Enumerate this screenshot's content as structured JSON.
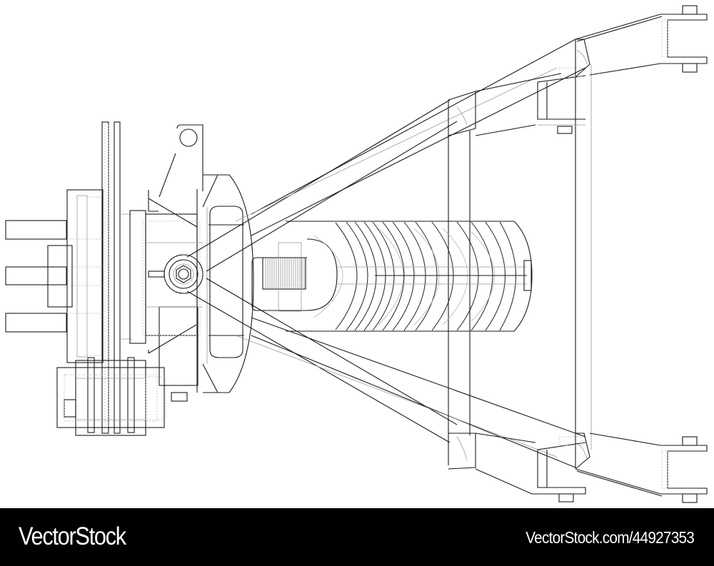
{
  "image": {
    "subject": "suspension-assembly-wireframe",
    "description": "Wireframe technical drawing of a vehicle suspension assembly: wheel hub with studs, brake disc and caliper, A-arm control arm with mounting brackets, and coil-over shock absorber",
    "colors": {
      "background": "#ffffff",
      "line_primary": "#1a1a1a",
      "line_hidden": "#9a9a9a",
      "footer_background": "#000000",
      "footer_text": "#ffffff"
    }
  },
  "footer": {
    "brand": "VectorStock",
    "stock_id": "VectorStock.com/44927353"
  }
}
